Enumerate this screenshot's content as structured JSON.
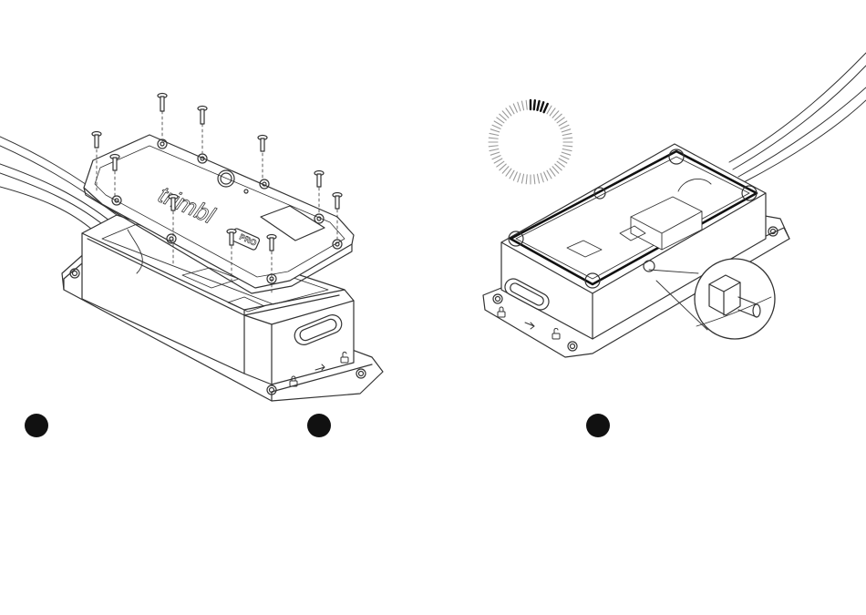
{
  "colors": {
    "ink": "#111111",
    "line": "#333333",
    "paper": "#ffffff",
    "light": "#9a9a9a"
  },
  "lid": {
    "logo_text": "trimbl",
    "badge_text": "PRO"
  },
  "icons": {
    "lock": "padlock-closed-icon",
    "arrow": "arrow-right-icon",
    "unlock": "padlock-open-icon"
  },
  "timer": {
    "total_ticks": 60,
    "highlight_ticks": 5
  },
  "steps": [
    {
      "number": ""
    },
    {
      "number": ""
    },
    {
      "number": ""
    }
  ]
}
